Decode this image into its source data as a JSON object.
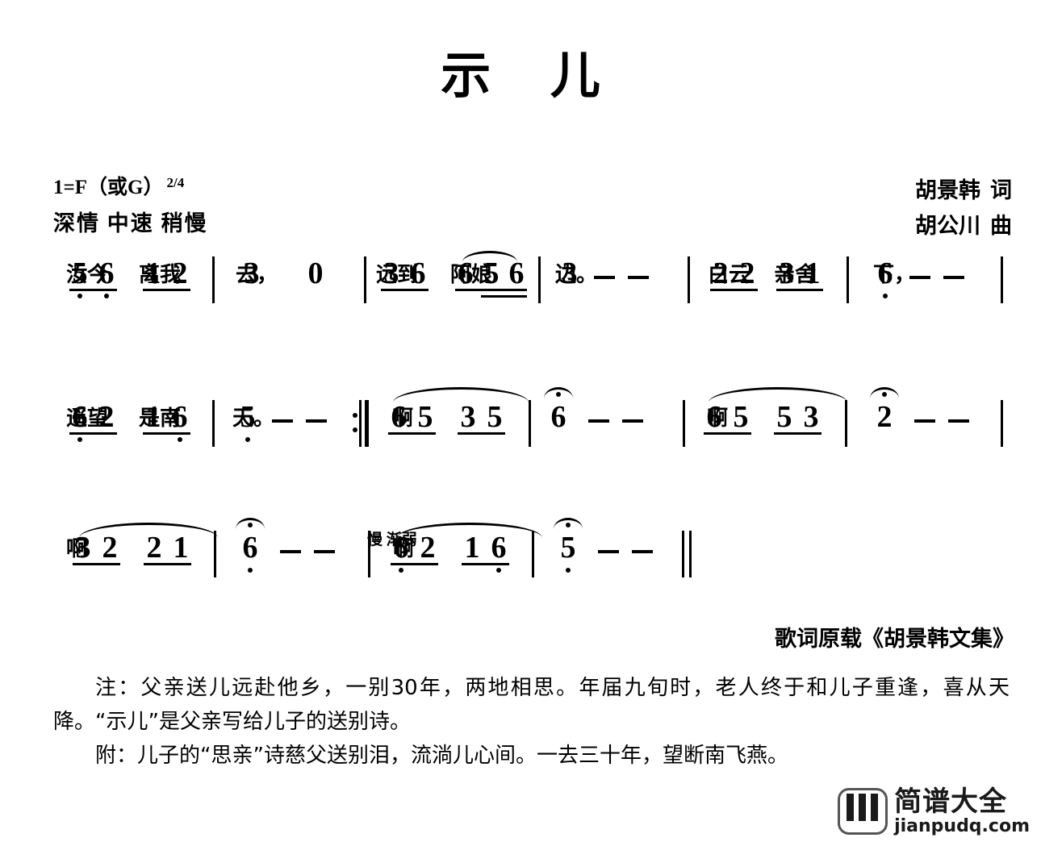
{
  "title": "示 儿",
  "header": {
    "key_signature": "1=F（或G）",
    "meter": "2/4",
    "expression": "深情 中速 稍慢",
    "lyricist_name": "胡景韩",
    "lyricist_role": "词",
    "composer_name": "胡公川",
    "composer_role": "曲"
  },
  "source_credit": "歌词原载《胡景韩文集》",
  "staves": [
    {
      "index": 1,
      "marks": [],
      "measures": [
        {
          "notes": [
            "5",
            "6",
            "1",
            "2"
          ]
        },
        {
          "notes": [
            "3",
            "0"
          ]
        },
        {
          "notes": [
            "3",
            "6",
            "6",
            "5",
            "6"
          ]
        },
        {
          "notes": [
            "3",
            "—",
            "—"
          ]
        },
        {
          "notes": [
            "2",
            "2",
            "3",
            "1"
          ]
        },
        {
          "notes": [
            "6",
            "—",
            "—"
          ]
        }
      ],
      "lyrics": [
        "汝今",
        "离我",
        "去，",
        "远到",
        "阿娘",
        "边。",
        "白云",
        "亲舍",
        "下，"
      ]
    },
    {
      "index": 2,
      "marks": [],
      "measures": [
        {
          "notes": [
            "6",
            "2",
            "1",
            "6"
          ]
        },
        {
          "notes": [
            "5",
            "—",
            "—"
          ]
        },
        {
          "notes": [
            "6",
            "5",
            "3",
            "5"
          ]
        },
        {
          "notes": [
            "6",
            "—",
            "—"
          ]
        },
        {
          "notes": [
            "6",
            "5",
            "5",
            "3"
          ]
        },
        {
          "notes": [
            "2",
            "—",
            "—"
          ]
        }
      ],
      "lyrics": [
        "遥望",
        "是南",
        "天。",
        "啊",
        "啊"
      ]
    },
    {
      "index": 3,
      "marks": [
        "慢 渐弱"
      ],
      "measures": [
        {
          "notes": [
            "3",
            "2",
            "2",
            "1"
          ]
        },
        {
          "notes": [
            "6",
            "—",
            "—"
          ]
        },
        {
          "notes": [
            "6",
            "2",
            "1",
            "6"
          ]
        },
        {
          "notes": [
            "5",
            "—",
            "—"
          ]
        }
      ],
      "lyrics": [
        "啊",
        "啊"
      ]
    }
  ],
  "lyrics_line1": {
    "a": "汝今",
    "b": "离我",
    "c": "去，",
    "d": "远到",
    "e": "阿娘",
    "f": "边。",
    "g": "白云",
    "h": "亲舍",
    "i": "下，"
  },
  "lyrics_line2": {
    "a": "遥望",
    "b": "是南",
    "c": "天。",
    "d": "啊",
    "e": "啊"
  },
  "lyrics_line3": {
    "a": "啊",
    "b": "啊"
  },
  "stave3_mark": "慢 渐弱",
  "notes_text": {
    "para1": "注：父亲送儿远赴他乡，一别30年，两地相思。年届九旬时，老人终于和儿子重逢，喜从天降。“示儿”是父亲写给儿子的送别诗。",
    "para2": "附：儿子的“思亲”诗慈父送别泪，流淌儿心间。一去三十年，望断南飞燕。"
  },
  "watermark": {
    "brand_cn": "简谱大全",
    "url": "jianpudq.com",
    "icon": "piano-keys-icon"
  },
  "colors": {
    "ink": "#000000",
    "page": "#ffffff",
    "logo_gray": "#555555"
  }
}
